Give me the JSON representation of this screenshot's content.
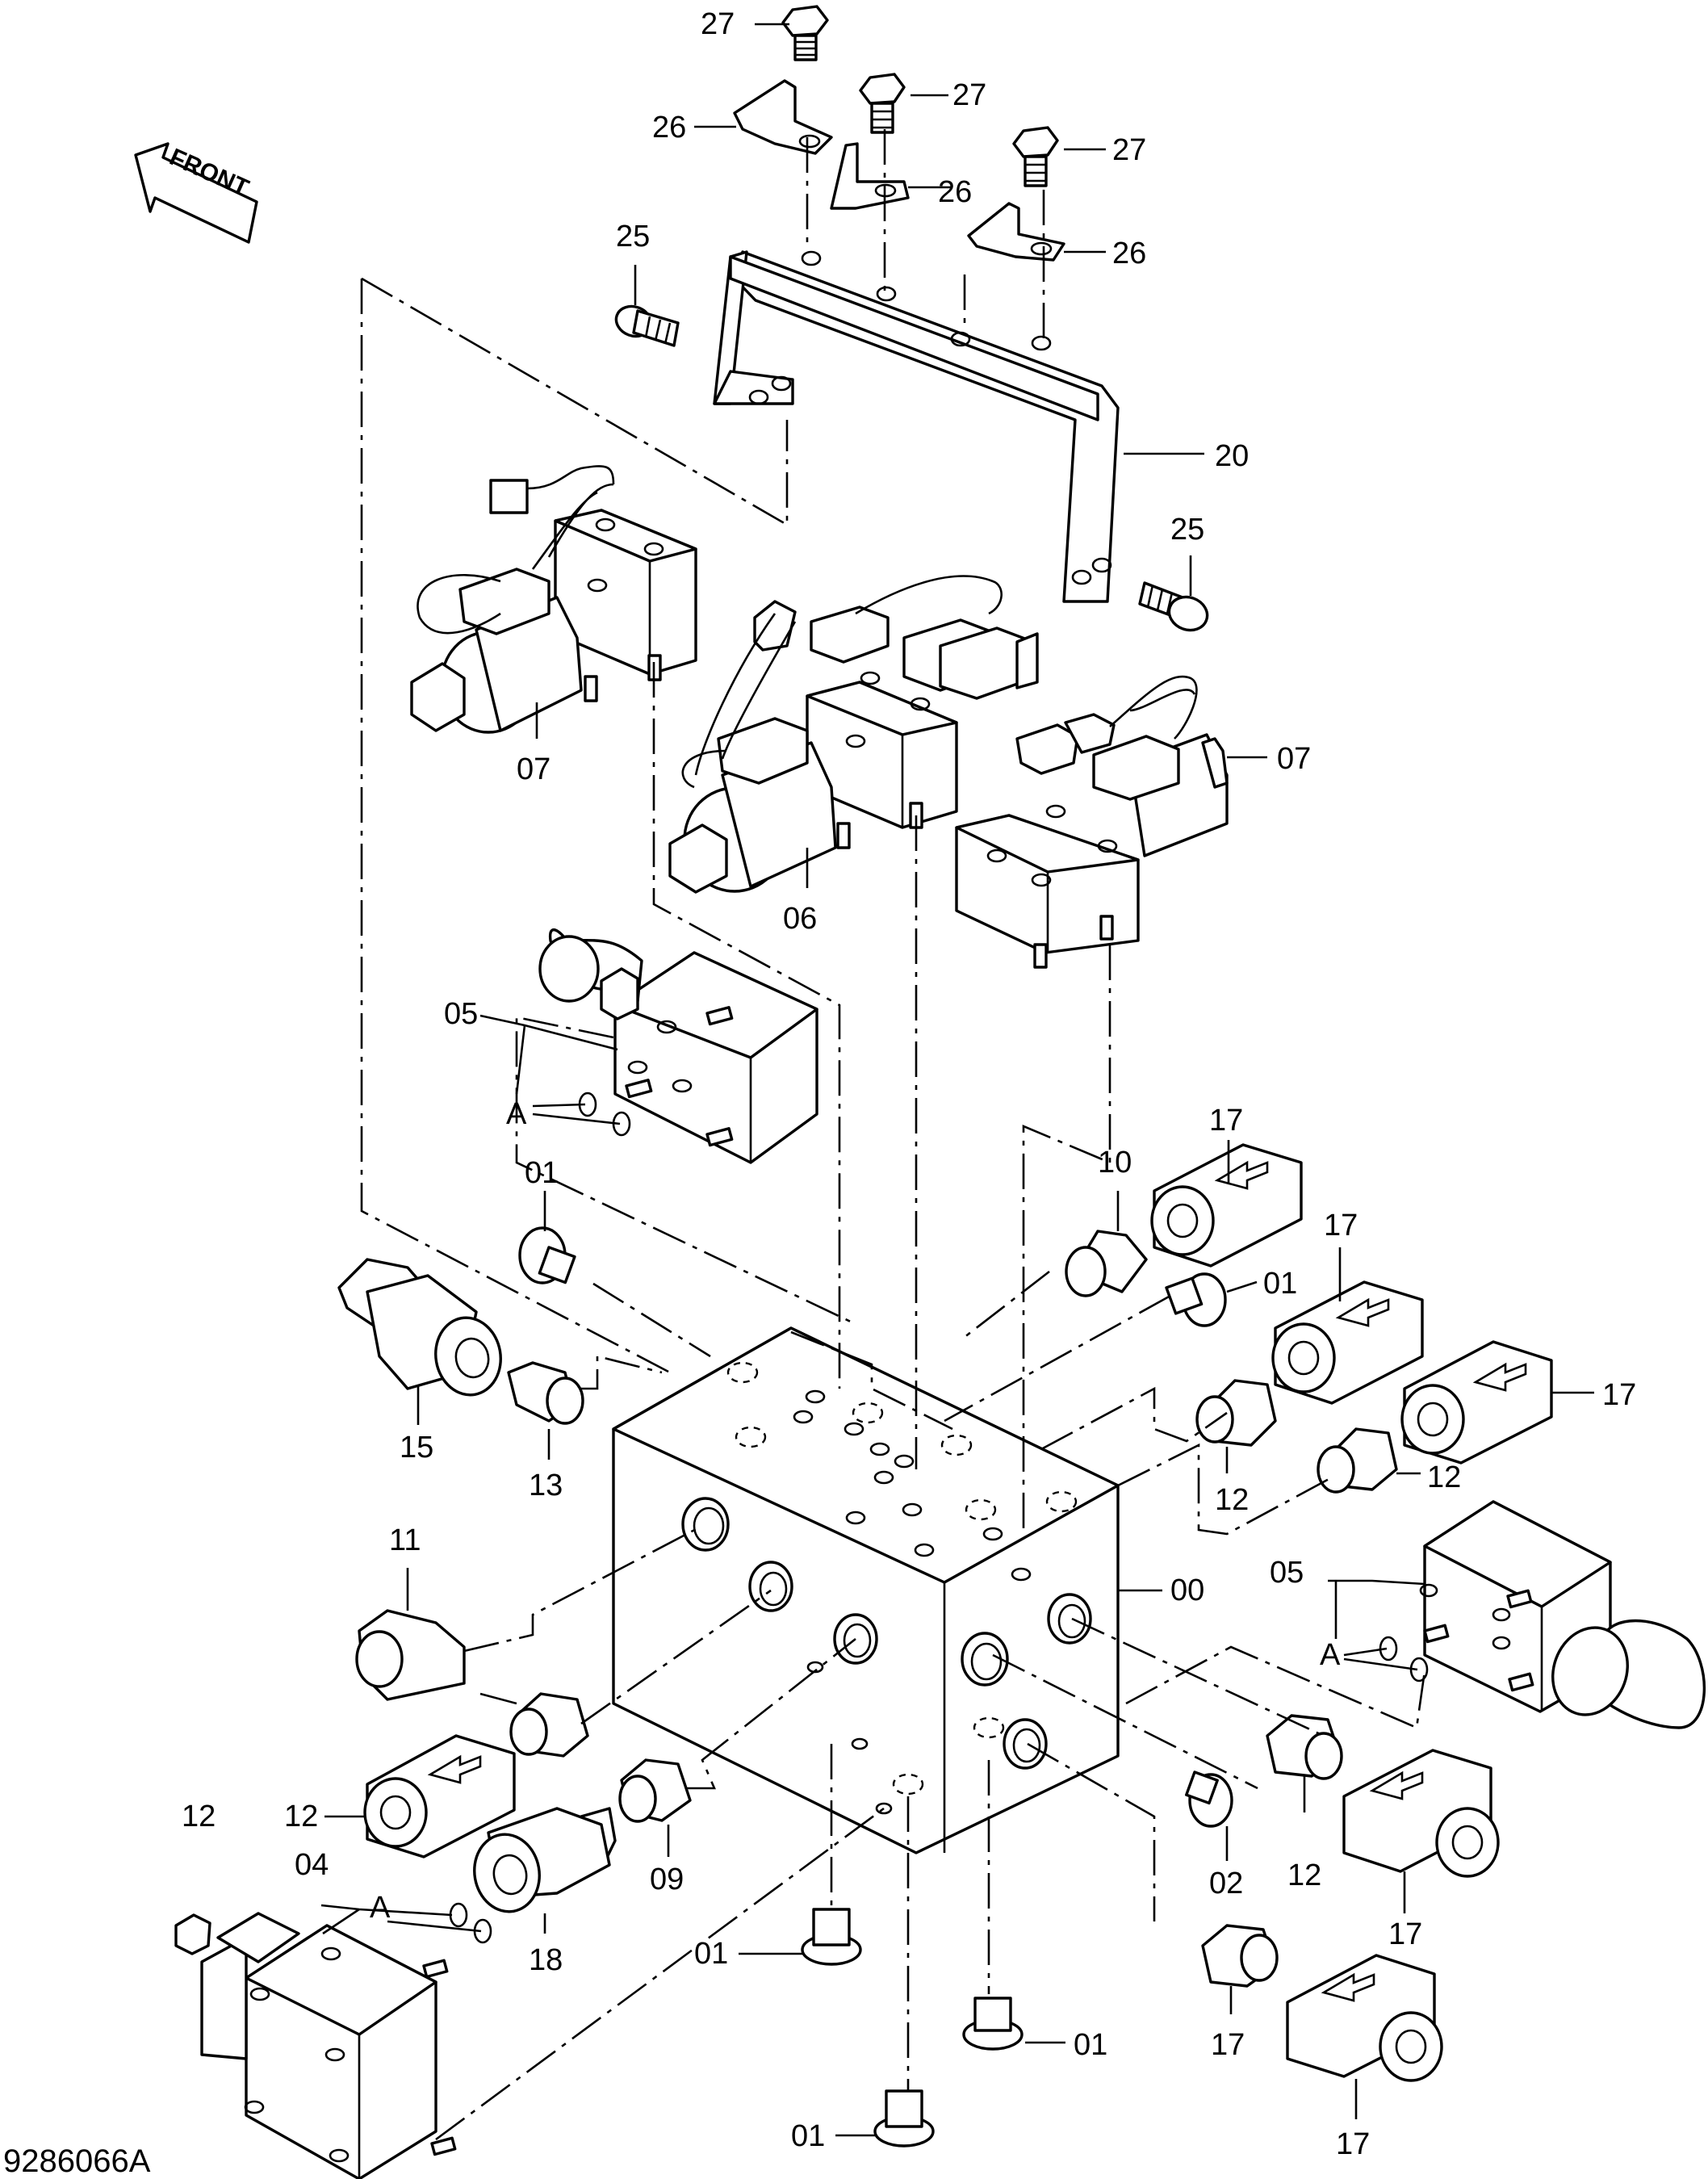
{
  "front_label": "FRONT",
  "drawing_number": "9286066A",
  "callouts": [
    {
      "id": "c27a",
      "text": "27"
    },
    {
      "id": "c27b",
      "text": "27"
    },
    {
      "id": "c27c",
      "text": "27"
    },
    {
      "id": "c26a",
      "text": "26"
    },
    {
      "id": "c26b",
      "text": "26"
    },
    {
      "id": "c26c",
      "text": "26"
    },
    {
      "id": "c25a",
      "text": "25"
    },
    {
      "id": "c25b",
      "text": "25"
    },
    {
      "id": "c20",
      "text": "20"
    },
    {
      "id": "c07a",
      "text": "07"
    },
    {
      "id": "c07b",
      "text": "07"
    },
    {
      "id": "c06",
      "text": "06"
    },
    {
      "id": "c05a",
      "text": "05"
    },
    {
      "id": "cAa",
      "text": "A"
    },
    {
      "id": "c01a",
      "text": "01"
    },
    {
      "id": "c10",
      "text": "10"
    },
    {
      "id": "c17a",
      "text": "17"
    },
    {
      "id": "c17b",
      "text": "17"
    },
    {
      "id": "c01b",
      "text": "01"
    },
    {
      "id": "c17c",
      "text": "17"
    },
    {
      "id": "c15",
      "text": "15"
    },
    {
      "id": "c13",
      "text": "13"
    },
    {
      "id": "c12a",
      "text": "12"
    },
    {
      "id": "c12b",
      "text": "12"
    },
    {
      "id": "c11",
      "text": "11"
    },
    {
      "id": "c00",
      "text": "00"
    },
    {
      "id": "c05b",
      "text": "05"
    },
    {
      "id": "cAb",
      "text": "A"
    },
    {
      "id": "c12c",
      "text": "12"
    },
    {
      "id": "c17d",
      "text": "17"
    },
    {
      "id": "c04",
      "text": "04"
    },
    {
      "id": "cAc",
      "text": "A"
    },
    {
      "id": "c09",
      "text": "09"
    },
    {
      "id": "c02",
      "text": "02"
    },
    {
      "id": "c12d",
      "text": "12"
    },
    {
      "id": "c17e",
      "text": "17"
    },
    {
      "id": "c18",
      "text": "18"
    },
    {
      "id": "c01c",
      "text": "01"
    },
    {
      "id": "c12e",
      "text": "12"
    },
    {
      "id": "c01d",
      "text": "01"
    },
    {
      "id": "c01e",
      "text": "01"
    },
    {
      "id": "c17f",
      "text": "17"
    }
  ]
}
